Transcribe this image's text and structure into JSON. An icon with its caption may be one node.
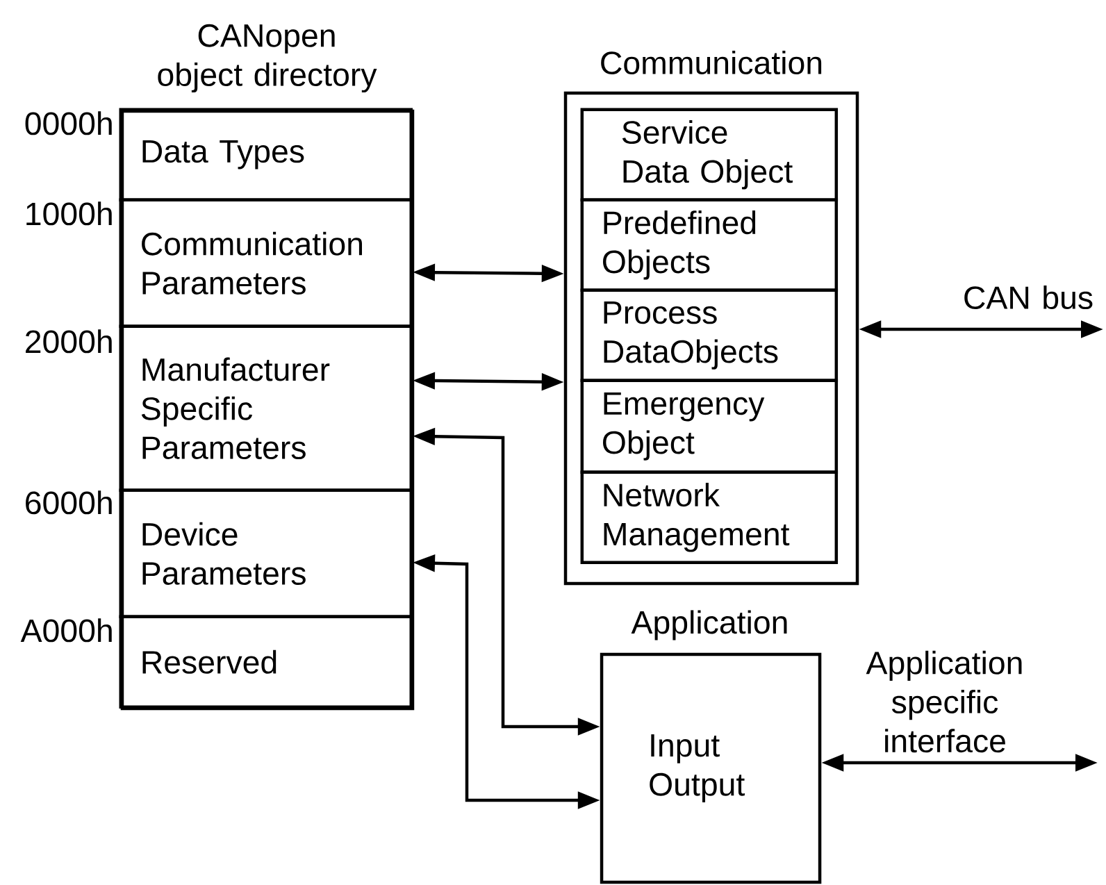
{
  "diagram": {
    "nodes": [
      {
        "text": [
          "CANopen object directory"
        ]
      },
      {
        "text": [
          "Data Types"
        ],
        "in": 0
      },
      {
        "text": [
          "Communication Parameters"
        ],
        "in": 0
      },
      {
        "text": [
          "Manufacturer Specific Parameters"
        ],
        "in": 0
      },
      {
        "text": [
          "Device Parameters"
        ],
        "in": 0
      },
      {
        "text": [
          "Reserved"
        ],
        "in": 0
      },
      {
        "text": [
          "Communication"
        ]
      },
      {
        "text": [
          "Service Data Object"
        ],
        "in": 6
      },
      {
        "text": [
          "Predefined Objects"
        ],
        "in": 6
      },
      {
        "text": [
          "Process DataObjects"
        ],
        "in": 6
      },
      {
        "text": [
          "Emergency Object"
        ],
        "in": 6
      },
      {
        "text": [
          "Network Management"
        ],
        "in": 6
      },
      {
        "text": [
          "Application",
          "Input Output"
        ]
      }
    ],
    "edges": [
      {
        "from": 2,
        "to": 6,
        "arrow": "both"
      },
      {
        "from": 3,
        "to": 6,
        "arrow": "both"
      },
      {
        "from": 12,
        "to": 3,
        "arrow": "both"
      },
      {
        "from": 12,
        "to": 4,
        "arrow": "both"
      },
      {
        "from": 6,
        "to": null,
        "arrow": "both",
        "label": "CAN bus"
      },
      {
        "from": 12,
        "to": null,
        "arrow": "both",
        "label": "Application specific interface"
      }
    ],
    "labels": [
      "0000h",
      "1000h",
      "2000h",
      "6000h",
      "A000h"
    ]
  }
}
